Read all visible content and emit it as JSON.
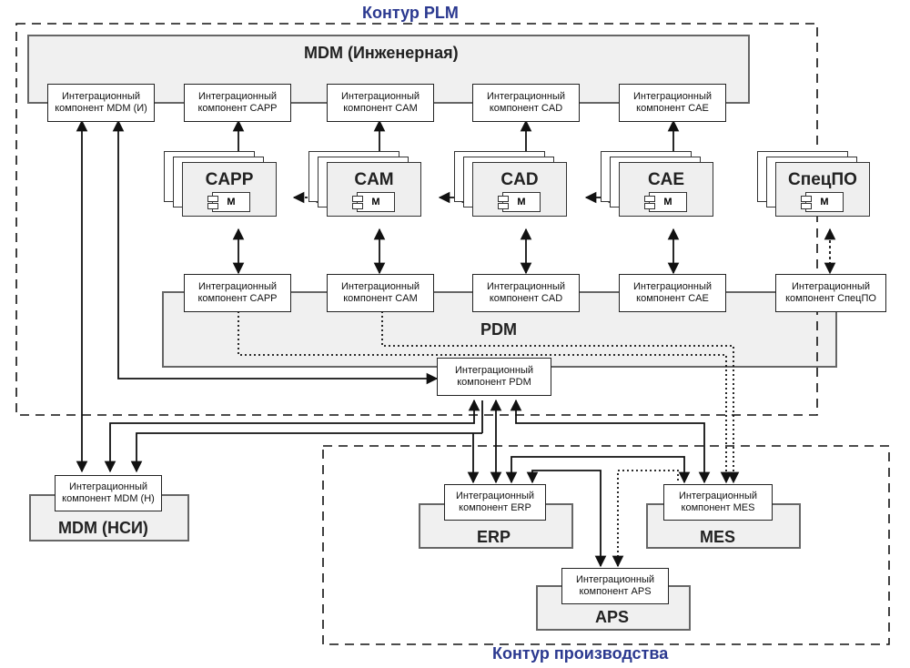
{
  "contours": {
    "plm": "Контур PLM",
    "production": "Контур производства"
  },
  "systems": {
    "mdm_eng": "MDM (Инженерная)",
    "pdm": "PDM",
    "mdm_nsi": "MDM (НСИ)",
    "erp": "ERP",
    "mes": "MES",
    "aps": "APS"
  },
  "modules": [
    "CAPP",
    "CAM",
    "CAD",
    "CAE",
    "СпецПО"
  ],
  "module_icon_letter": "M",
  "integration_prefix": "Интеграционный",
  "integration": {
    "mdm_i": "компонент MDM (И)",
    "capp": "компонент CAPP",
    "cam": "компонент CAM",
    "cad": "компонент CAD",
    "cae": "компонент CAE",
    "specpo": "компонент СпецПО",
    "pdm": "компонент PDM",
    "mdm_h": "компонент MDM (Н)",
    "erp": "компонент ERP",
    "mes": "компонент MES",
    "aps": "компонент APS"
  },
  "colors": {
    "contour_title": "#2b3990",
    "box_fill": "#f0f0f0",
    "line": "#111111"
  }
}
